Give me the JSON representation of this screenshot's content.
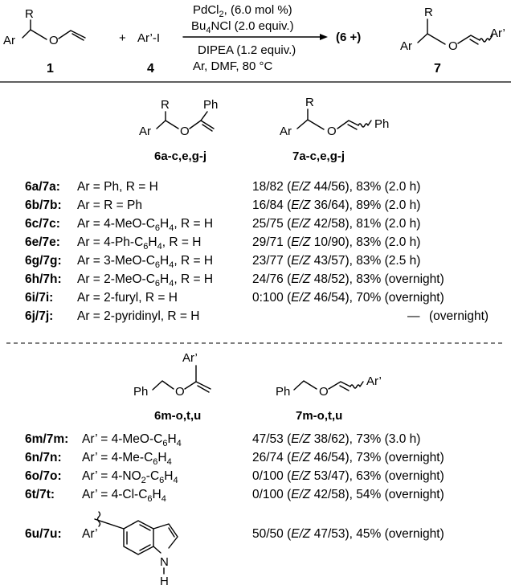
{
  "header": {
    "reactant1": {
      "label": "1",
      "Ar": "Ar",
      "R": "R",
      "O": "O"
    },
    "plus": "+",
    "reactant2": {
      "label": "4",
      "formula": "Ar’-I"
    },
    "conditions_above": [
      "PdCl2, (6.0 mol %)",
      "Bu4NCl (2.0 equiv.)"
    ],
    "conditions_below": [
      "DIPEA (1.2 equiv.)",
      "Ar, DMF, 80 °C"
    ],
    "product_open": "(6 +)",
    "product": {
      "label": "7",
      "Ar": "Ar",
      "R": "R",
      "O": "O",
      "Ar2": "Ar’"
    }
  },
  "section1": {
    "struct6": {
      "label": "6a-c,e,g-j",
      "R": "R",
      "Ph": "Ph",
      "Ar": "Ar",
      "O": "O"
    },
    "struct7": {
      "label": "7a-c,e,g-j",
      "R": "R",
      "Ar": "Ar",
      "O": "O",
      "Ph": "Ph"
    },
    "rows": [
      {
        "cmp": "6a/7a:",
        "desc": "Ar = Ph, R = H",
        "ratio": "18/82",
        "ez_open": "(",
        "ez": "E/Z",
        "ez_val": "44/56),",
        "yield": "83%",
        "time": "(2.0 h)"
      },
      {
        "cmp": "6b/7b:",
        "desc": "Ar = R = Ph",
        "ratio": "16/84",
        "ez_open": "(",
        "ez": "E/Z",
        "ez_val": "36/64),",
        "yield": "89%",
        "time": "(2.0 h)"
      },
      {
        "cmp": "6c/7c:",
        "desc": "Ar = 4-MeO-C6H4, R = H",
        "ratio": "25/75",
        "ez_open": "(",
        "ez": "E/Z",
        "ez_val": "42/58),",
        "yield": "81%",
        "time": "(2.0 h)"
      },
      {
        "cmp": "6e/7e:",
        "desc": "Ar = 4-Ph-C6H4, R = H",
        "ratio": "29/71",
        "ez_open": "(",
        "ez": "E/Z",
        "ez_val": "10/90),",
        "yield": "83%",
        "time": "(2.0 h)"
      },
      {
        "cmp": "6g/7g:",
        "desc": "Ar = 3-MeO-C6H4, R = H",
        "ratio": "23/77",
        "ez_open": "(",
        "ez": "E/Z",
        "ez_val": "43/57),",
        "yield": "83%",
        "time": "(2.5 h)"
      },
      {
        "cmp": "6h/7h:",
        "desc": "Ar = 2-MeO-C6H4, R = H",
        "ratio": "24/76",
        "ez_open": "(",
        "ez": "E/Z",
        "ez_val": "48/52),",
        "yield": "83%",
        "time": "(overnight)"
      },
      {
        "cmp": "6i/7i:",
        "desc": "Ar = 2-furyl, R = H",
        "ratio": "0:100",
        "ez_open": "(",
        "ez": "E/Z",
        "ez_val": "46/54),",
        "yield": "70%",
        "time": "(overnight)"
      },
      {
        "cmp": "6j/7j:",
        "desc": "Ar = 2-pyridinyl, R = H",
        "ratio": "",
        "ez_open": "",
        "ez": "",
        "ez_val": "",
        "yield": "—",
        "time": "(overnight)"
      }
    ]
  },
  "section2": {
    "struct6": {
      "label": "6m-o,t,u",
      "Ar": "Ar’",
      "Ph": "Ph",
      "O": "O"
    },
    "struct7": {
      "label": "7m-o,t,u",
      "Ph": "Ph",
      "O": "O",
      "Ar": "Ar’"
    },
    "rows": [
      {
        "cmp": "6m/7m:",
        "desc": "Ar’ = 4-MeO-C6H4",
        "ratio": "47/53",
        "ez_open": "(",
        "ez": "E/Z",
        "ez_val": "38/62),",
        "yield": "73%",
        "time": "(3.0 h)"
      },
      {
        "cmp": "6n/7n:",
        "desc": "Ar’ = 4-Me-C6H4",
        "ratio": "26/74",
        "ez_open": "(",
        "ez": "E/Z",
        "ez_val": "46/54),",
        "yield": "73%",
        "time": "(overnight)"
      },
      {
        "cmp": "6o/7o:",
        "desc": "Ar’ = 4-NO2-C6H4",
        "ratio": "0/100",
        "ez_open": "(",
        "ez": "E/Z",
        "ez_val": "53/47),",
        "yield": "63%",
        "time": "(overnight)"
      },
      {
        "cmp": "6t/7t:",
        "desc": "Ar’ = 4-Cl-C6H4",
        "ratio": "0/100",
        "ez_open": "(",
        "ez": "E/Z",
        "ez_val": "42/58),",
        "yield": "54%",
        "time": "(overnight)"
      }
    ],
    "last_row": {
      "cmp": "6u/7u:",
      "desc": "Ar’",
      "ratio": "50/50",
      "ez_open": "(",
      "ez": "E/Z",
      "ez_val": "47/53),",
      "yield": "45%",
      "time": "(overnight)",
      "N": "N",
      "H": "H"
    }
  }
}
